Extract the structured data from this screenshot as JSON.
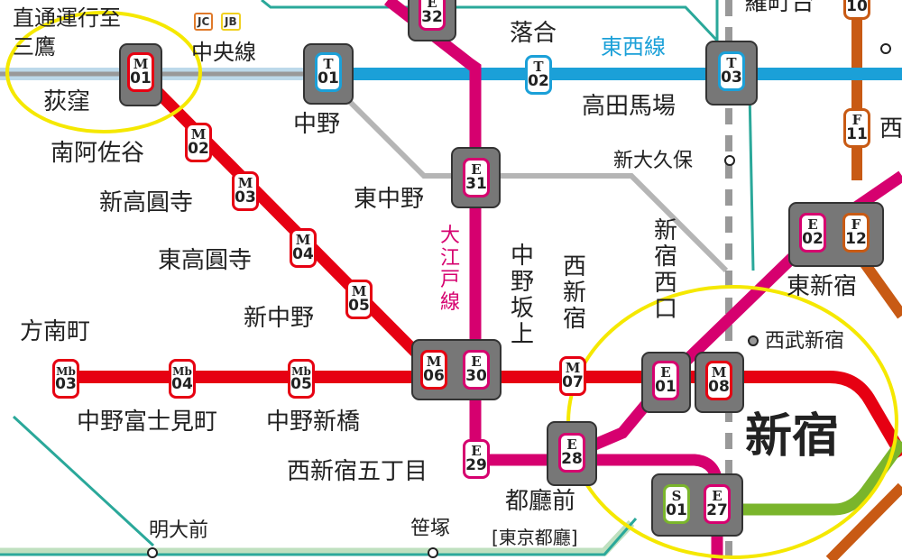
{
  "colors": {
    "marunouchi": "#e60012",
    "oedo": "#d6006f",
    "tozai": "#1ba0d8",
    "fukutoshin": "#c85a14",
    "shinjuku_line": "#7ab52c",
    "jr": "#aaaaaa",
    "highlight": "#f5e800"
  },
  "notes": {
    "through_service": "直通運行至",
    "mitaka": "三鷹",
    "chuo_line": "中央線",
    "tozai_line": "東西線",
    "oedo_line": "大江戸線"
  },
  "chips": {
    "jc": "JC",
    "jb": "JB"
  },
  "stations": {
    "ogikubo": "荻窪",
    "nakano": "中野",
    "ochiai": "落合",
    "takadanobaba": "高田馬場",
    "shin_okubo": "新大久保",
    "minami_asagaya": "南阿佐谷",
    "shin_koenji": "新高圓寺",
    "higashi_koenji": "東高圓寺",
    "shin_nakano": "新中野",
    "higashi_nakano": "東中野",
    "nakano_sakaue": "中野坂上",
    "nishi_shinjuku": "西新宿",
    "shinjuku_nishiguchi": "新宿西口",
    "higashi_shinjuku": "東新宿",
    "seibu_shinjuku": "西武新宿",
    "shinjuku": "新宿",
    "honancho": "方南町",
    "nakano_fujimicho": "中野富士見町",
    "nakano_shimbashi": "中野新橋",
    "nishi_shinjuku_gochome": "西新宿五丁目",
    "tochomae": "都廳前",
    "tochomae_sub": "[東京都廳]",
    "meidaimae": "明大前",
    "sasazuka": "笹塚",
    "nishi_partial": "西",
    "wakamatsu_partial": "羅町台"
  },
  "codes": {
    "M01": [
      "M",
      "01"
    ],
    "M02": [
      "M",
      "02"
    ],
    "M03": [
      "M",
      "03"
    ],
    "M04": [
      "M",
      "04"
    ],
    "M05": [
      "M",
      "05"
    ],
    "M06": [
      "M",
      "06"
    ],
    "M07": [
      "M",
      "07"
    ],
    "M08": [
      "M",
      "08"
    ],
    "Mb03": [
      "Mb",
      "03"
    ],
    "Mb04": [
      "Mb",
      "04"
    ],
    "Mb05": [
      "Mb",
      "05"
    ],
    "T01": [
      "T",
      "01"
    ],
    "T02": [
      "T",
      "02"
    ],
    "T03": [
      "T",
      "03"
    ],
    "E01": [
      "E",
      "01"
    ],
    "E02": [
      "E",
      "02"
    ],
    "E27": [
      "E",
      "27"
    ],
    "E28": [
      "E",
      "28"
    ],
    "E29": [
      "E",
      "29"
    ],
    "E30": [
      "E",
      "30"
    ],
    "E31": [
      "E",
      "31"
    ],
    "E32": [
      "E",
      "32"
    ],
    "F10": [
      "F",
      "10"
    ],
    "F11": [
      "F",
      "11"
    ],
    "F12": [
      "F",
      "12"
    ],
    "S01": [
      "S",
      "01"
    ]
  }
}
